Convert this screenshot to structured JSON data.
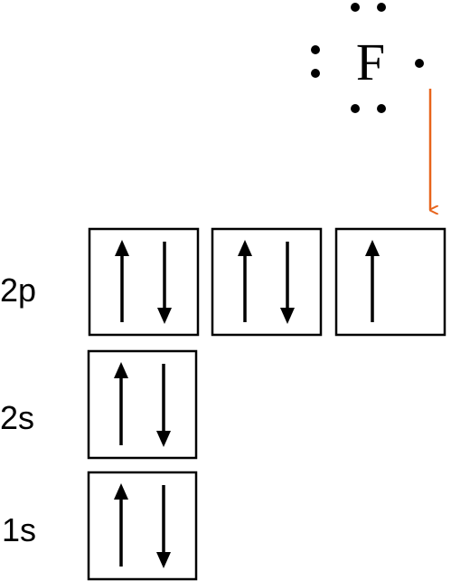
{
  "lewis_structure": {
    "symbol": "F",
    "dot_color": "#000000"
  },
  "pointer_color": "#e8641c",
  "orbitals": [
    {
      "label": "2p",
      "boxes": [
        [
          "up",
          "down"
        ],
        [
          "up",
          "down"
        ],
        [
          "up"
        ]
      ]
    },
    {
      "label": "2s",
      "boxes": [
        [
          "up",
          "down"
        ]
      ]
    },
    {
      "label": "1s",
      "boxes": [
        [
          "up",
          "down"
        ]
      ]
    }
  ]
}
